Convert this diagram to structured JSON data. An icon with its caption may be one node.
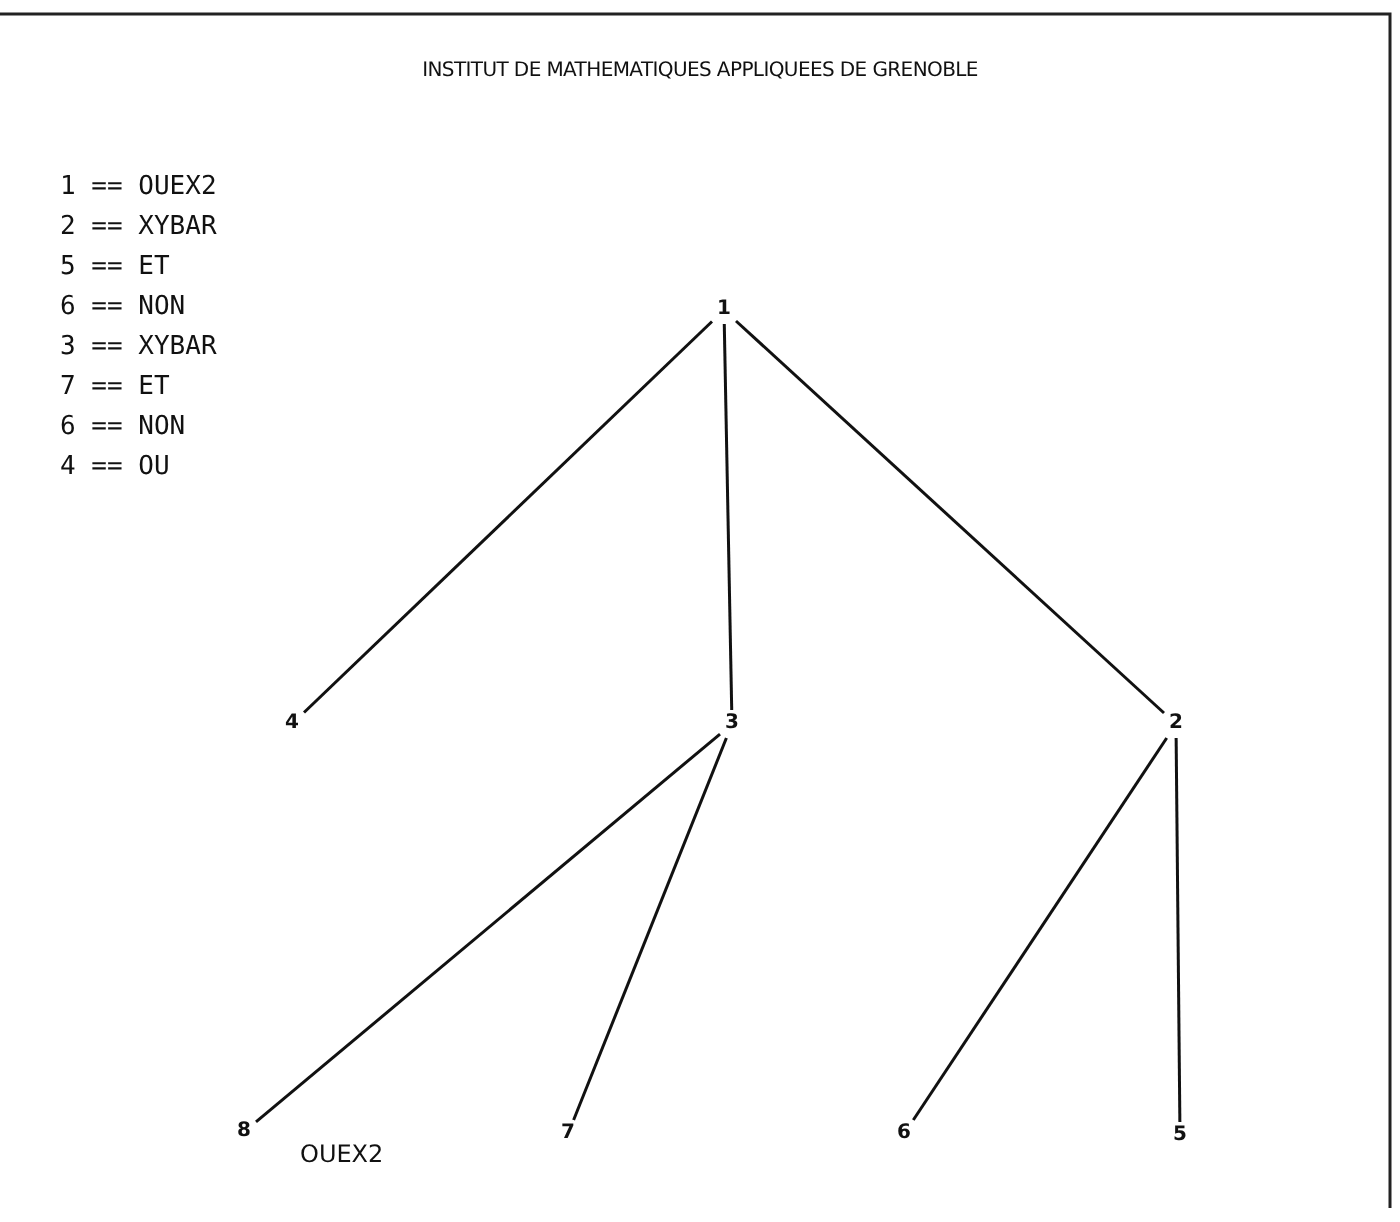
{
  "diagram": {
    "title": "INSTITUT DE MATHEMATIQUES APPLIQUEES DE GRENOBLE",
    "nodes": [
      {
        "text": [
          "1"
        ]
      },
      {
        "text": [
          "4"
        ]
      },
      {
        "text": [
          "3"
        ]
      },
      {
        "text": [
          "2"
        ]
      },
      {
        "text": [
          "8"
        ]
      },
      {
        "text": [
          "7"
        ]
      },
      {
        "text": [
          "6"
        ]
      },
      {
        "text": [
          "5"
        ]
      }
    ],
    "edges": [
      {
        "from": 0,
        "to": 1,
        "arrow": "none"
      },
      {
        "from": 0,
        "to": 2,
        "arrow": "none"
      },
      {
        "from": 0,
        "to": 3,
        "arrow": "none"
      },
      {
        "from": 2,
        "to": 4,
        "arrow": "none"
      },
      {
        "from": 2,
        "to": 5,
        "arrow": "none"
      },
      {
        "from": 3,
        "to": 6,
        "arrow": "none"
      },
      {
        "from": 3,
        "to": 7,
        "arrow": "none"
      }
    ],
    "labels": [
      "1 == OUEX2",
      "2 == XYBAR",
      "5 == ET",
      "6 == NON",
      "3 == XYBAR",
      "7 == ET",
      "6 == NON",
      "4 == OU",
      "OUEX2"
    ]
  }
}
